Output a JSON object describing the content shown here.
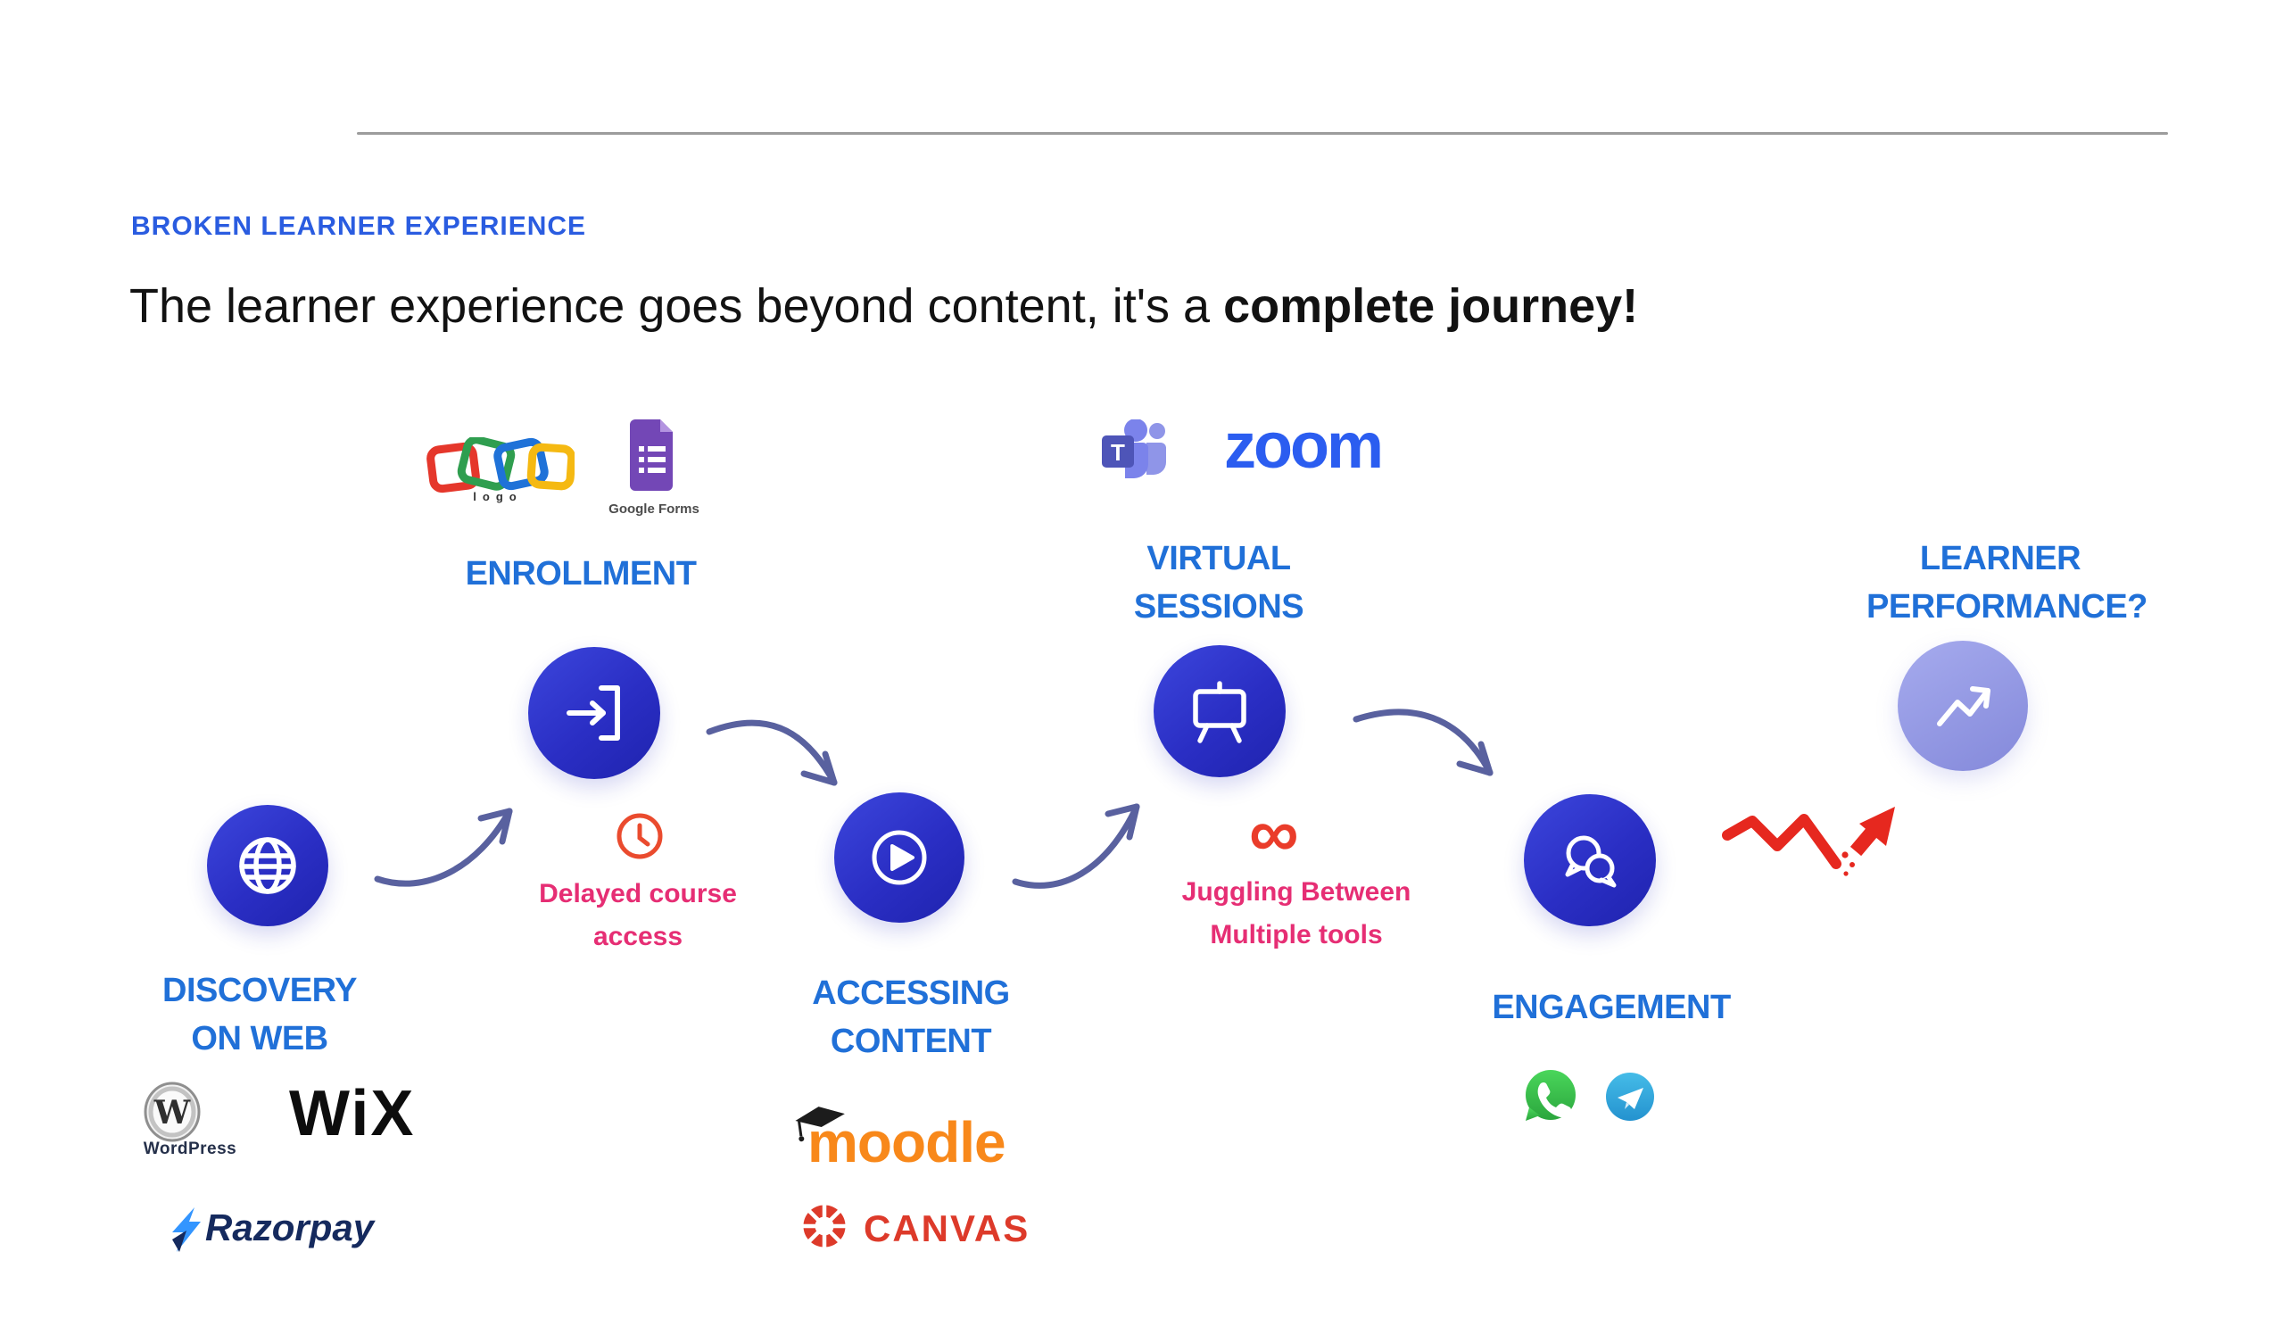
{
  "header": {
    "eyebrow": "BROKEN LEARNER EXPERIENCE",
    "title_regular": "The learner experience goes beyond content, it's a ",
    "title_bold": "complete journey!"
  },
  "stages": {
    "discovery": {
      "line1": "DISCOVERY",
      "line2": "ON WEB"
    },
    "enrollment": {
      "line1": "ENROLLMENT"
    },
    "accessing": {
      "line1": "ACCESSING",
      "line2": "CONTENT"
    },
    "virtual": {
      "line1": "VIRTUAL",
      "line2": "SESSIONS"
    },
    "engagement": {
      "line1": "ENGAGEMENT"
    },
    "performance": {
      "line1": "LEARNER",
      "line2": "PERFORMANCE?"
    }
  },
  "pain_points": {
    "delayed_course_access": {
      "line1": "Delayed course",
      "line2": "access"
    },
    "juggling_tools": {
      "line1": "Juggling Between",
      "line2": "Multiple tools"
    },
    "infinity_symbol": "∞"
  },
  "logos": {
    "google_apps_caption": "logo",
    "google_forms_caption": "Google Forms",
    "teams_letter": "T",
    "zoom_wordmark": "zoom",
    "wordpress_letter": "W",
    "wordpress_caption": "WordPress",
    "wix_wordmark": "WiX",
    "razorpay_wordmark": "Razorpay",
    "moodle_wordmark": "moodle",
    "canvas_wordmark": "CANVAS"
  },
  "colors": {
    "label_blue": "#2070d8",
    "eyebrow_blue": "#2a5ce0",
    "node_blue": "#2a2ec4",
    "performance_lavender": "#8e93e0",
    "pain_pink": "#e62e74",
    "alert_red_orange": "#ea3c2a",
    "arrow_slate": "#59619f",
    "broken_trend_red": "#e6281f",
    "moodle_orange": "#f8881a",
    "canvas_red": "#dd3a2a",
    "whatsapp_green": "#3dbb4e",
    "telegram_blue": "#37a8e0",
    "zoom_blue": "#2b5df0",
    "razorpay_navy": "#152a5e"
  }
}
